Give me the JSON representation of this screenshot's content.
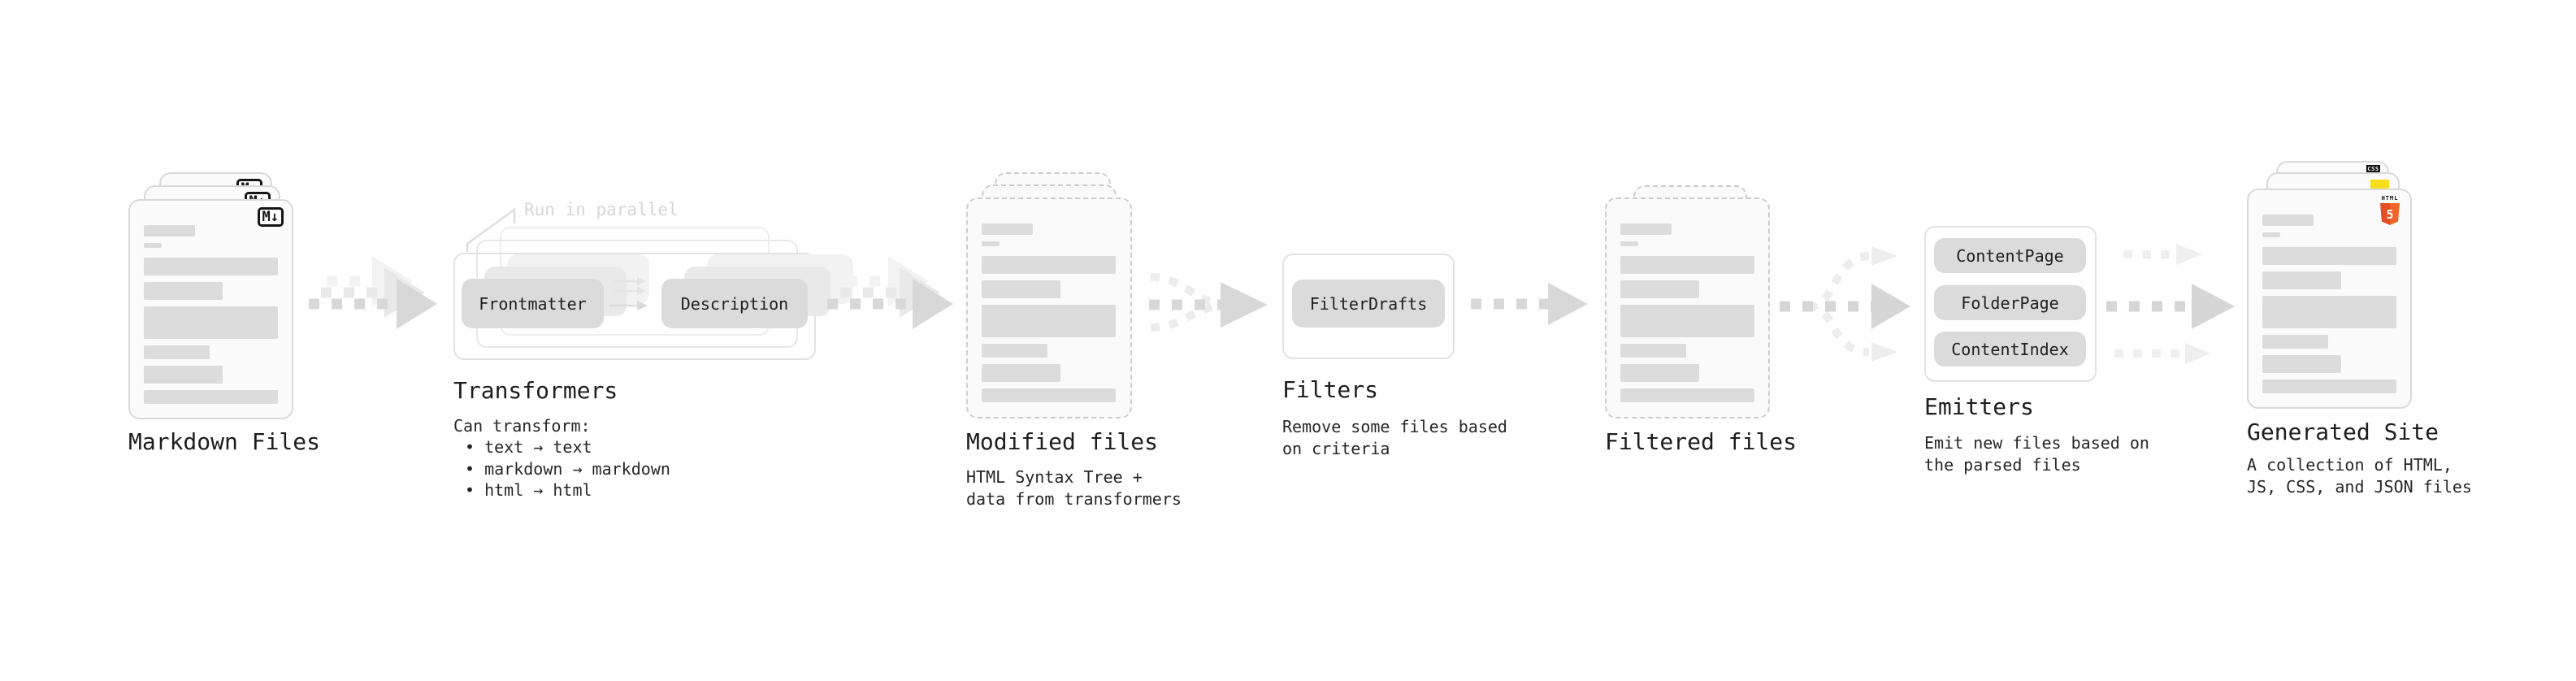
{
  "stages": {
    "markdown_files": {
      "label": "Markdown Files",
      "badge": "M↓"
    },
    "transformers": {
      "label": "Transformers",
      "annotation": "Run in parallel",
      "pills": [
        "Frontmatter",
        "Description"
      ],
      "caption": "Can transform:",
      "bullets": [
        "• text → text",
        "• markdown → markdown",
        "• html → html"
      ]
    },
    "modified_files": {
      "label": "Modified files",
      "description": "HTML Syntax Tree +\ndata from transformers"
    },
    "filters": {
      "label": "Filters",
      "pill": "FilterDrafts",
      "description": "Remove some files based\non criteria"
    },
    "filtered_files": {
      "label": "Filtered files"
    },
    "emitters": {
      "label": "Emitters",
      "pills": [
        "ContentPage",
        "FolderPage",
        "ContentIndex"
      ],
      "description": "Emit new files based on\nthe parsed files"
    },
    "generated_site": {
      "label": "Generated Site",
      "description": "A collection of HTML,\nJS, CSS, and JSON files",
      "badges": {
        "css_label": "CSS",
        "html_label": "HTML",
        "html_number": "5"
      }
    }
  },
  "colors": {
    "html5_orange": "#e44d26",
    "js_yellow": "#f7df1e",
    "css_blue": "#2965f1",
    "card_border": "#d9d9d9",
    "arrow_gray": "#d8d8d8",
    "ghost_gray": "#ededed",
    "text": "#1d1d1d"
  }
}
